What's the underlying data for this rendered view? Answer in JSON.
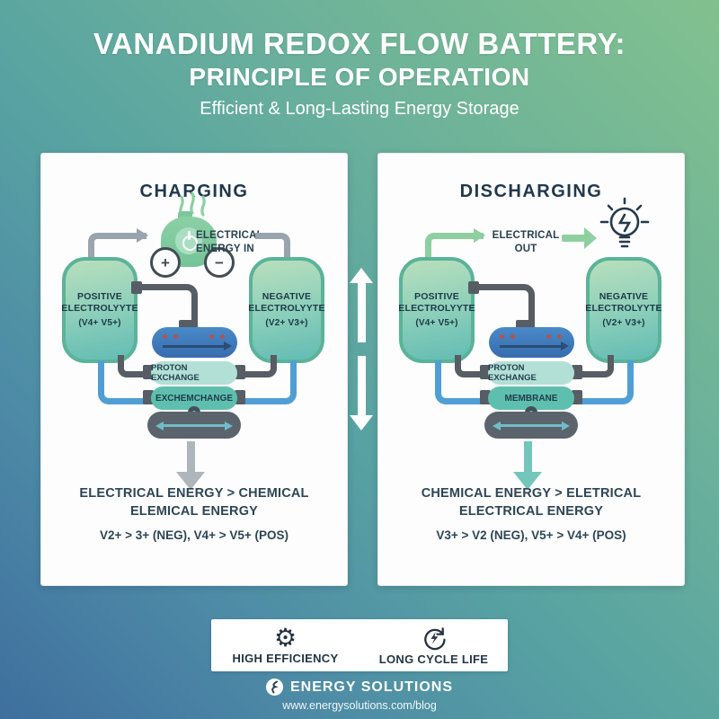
{
  "header": {
    "title_line1": "VANADIUM REDOX FLOW BATTERY:",
    "title_line2": "PRINCIPLE OF OPERATION",
    "subtitle": "Efficient & Long-Lasting Energy Storage"
  },
  "charging": {
    "title": "CHARGING",
    "energy_line1": "ELECTRICAL",
    "energy_line2": "ENERGY IN",
    "energy_source": {
      "plus": "+",
      "minus": "−"
    },
    "pos_tank": {
      "name1": "POSITIVE",
      "name2": "ELECTROLYYTE",
      "formula": "(V4+ V5+)"
    },
    "neg_tank": {
      "name1": "NEGATIVE",
      "name2": "ELECTROLYYTE",
      "formula": "(V2+ V3+)"
    },
    "stack": {
      "row2": "PROTON EXCHANGE",
      "row3": "EXCHEMCHANGE"
    },
    "result_line1": "ELECTRICAL ENERGY > CHEMICAL",
    "result_line2": "ELEMICAL ENERGY",
    "reaction": "V2+ > 3+ (NEG), V4+ > V5+ (POS)"
  },
  "discharging": {
    "title": "DISCHARGING",
    "energy_line1": "ELECTRICAL",
    "energy_line2": "OUT",
    "pos_tank": {
      "name1": "POSITIVE",
      "name2": "ELECTROLYYTE",
      "formula": "(V4+ V5+)"
    },
    "neg_tank": {
      "name1": "NEGATIVE",
      "name2": "ELECTROLYYTE",
      "formula": "(V2+ V3+)"
    },
    "stack": {
      "row2": "PROTON EXCHANGE",
      "row3": "MEMBRANE"
    },
    "result_line1": "CHEMICAL ENERGY > ELETRICAL",
    "result_line2": "ELECTRICAL ENERGY",
    "reaction": "V3+ > V2 (NEG), V5+ > V4+ (POS)"
  },
  "badges": {
    "badge1_icon_glyph": "⚙",
    "badge1_label": "HIGH EFFICIENCY",
    "badge2_label": "LONG CYCLE LIFE"
  },
  "footer": {
    "brand": "ENERGY SOLUTIONS",
    "url": "www.energysolutions.com/blog"
  },
  "colors": {
    "background_green": "#82c18e",
    "background_blue": "#3f6f9e",
    "tank_green": "#8ed0ba",
    "tank_border": "#5bb398",
    "cell_blue": "#3f7fc1",
    "membrane_teal": "#5fbfae",
    "membrane_mint": "#b2e0d6",
    "pipe_dark": "#565d64",
    "pipe_blue": "#4f9fd4",
    "arrow_gray": "#9aa4ad",
    "arrow_green": "#8ecfa0",
    "arrow_teal": "#74c6bb",
    "text_navy": "#20384d"
  }
}
